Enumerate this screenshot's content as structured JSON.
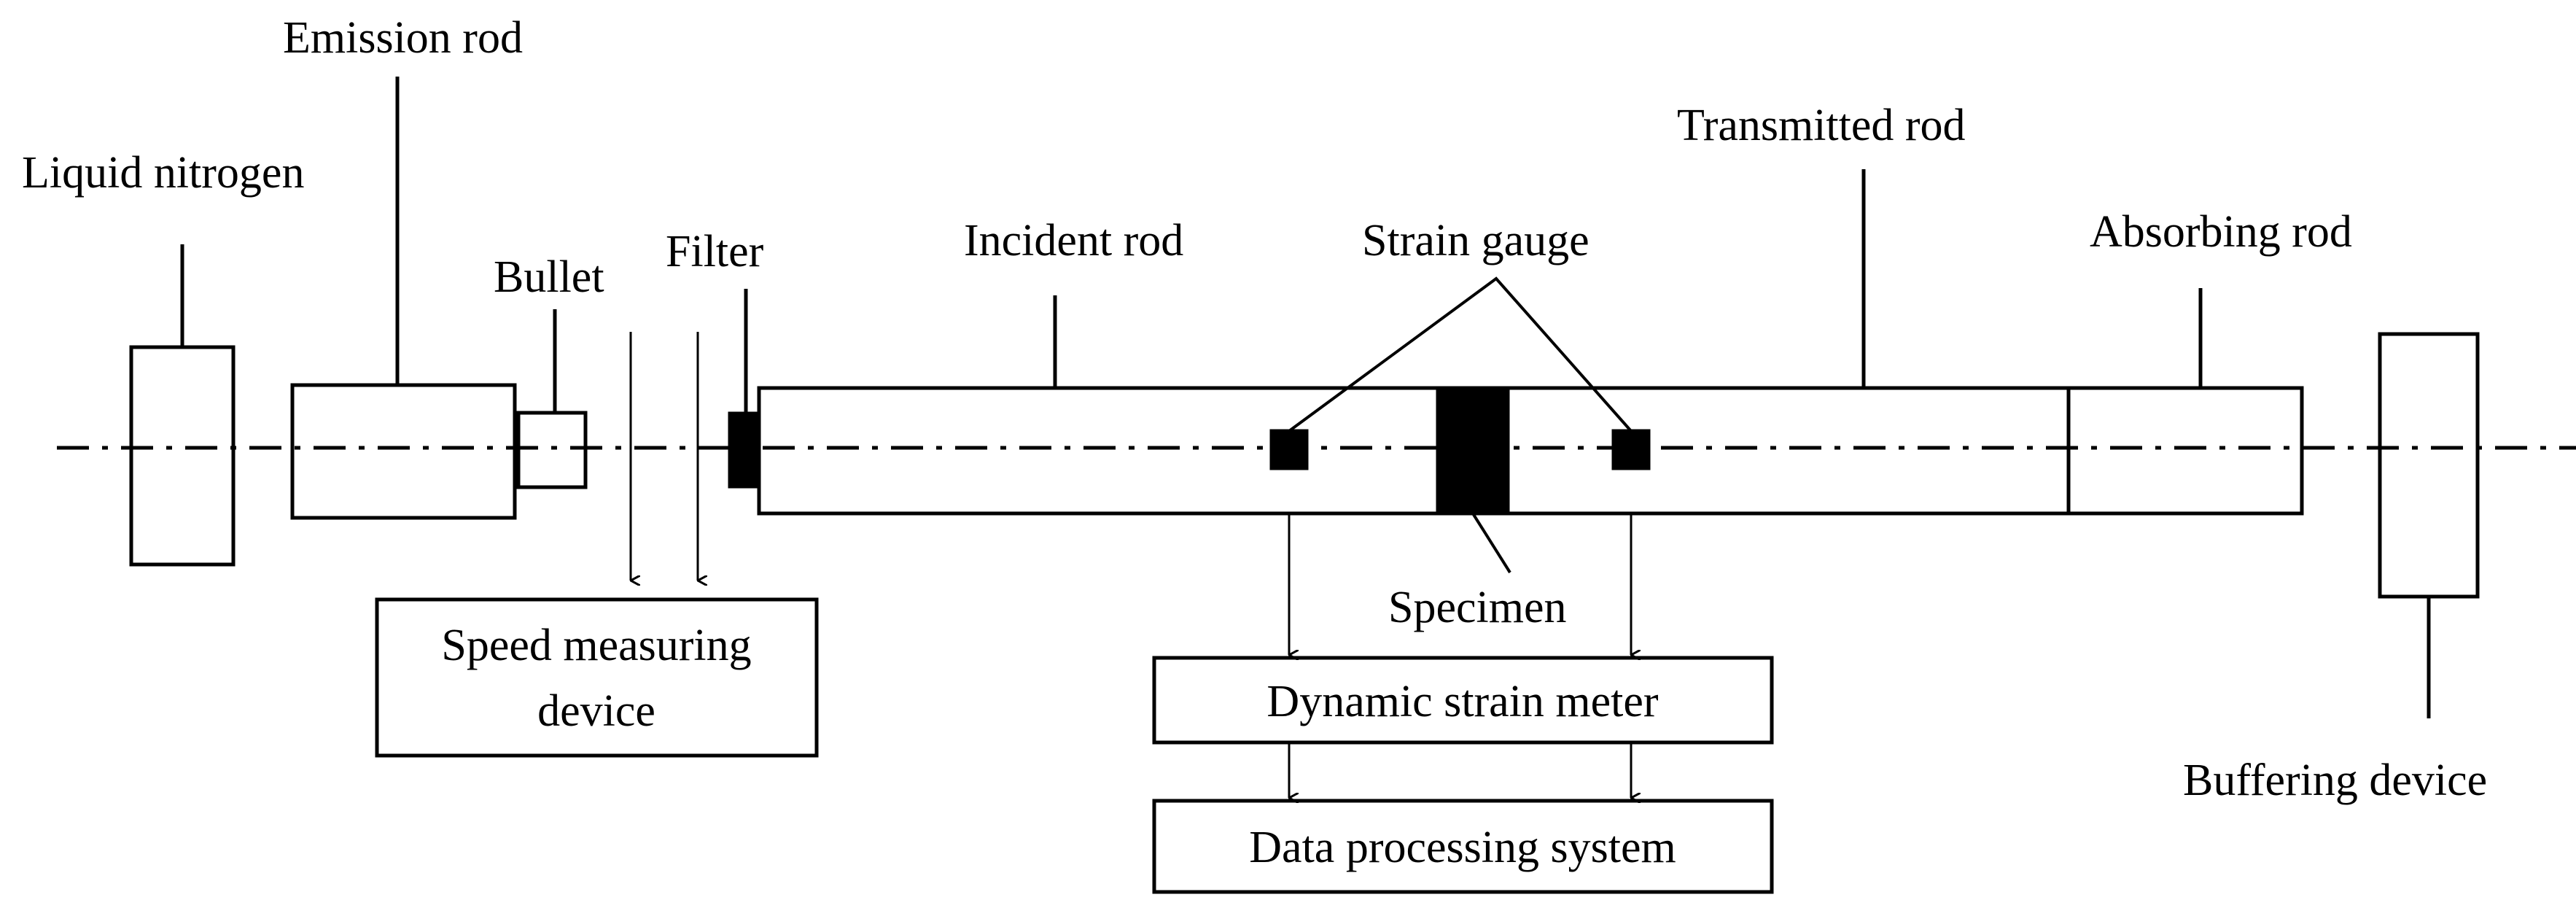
{
  "labels": {
    "liquid_nitrogen": "Liquid nitrogen",
    "emission_rod": "Emission rod",
    "bullet": "Bullet",
    "filter": "Filter",
    "incident_rod": "Incident rod",
    "strain_gauge": "Strain gauge",
    "transmitted_rod": "Transmitted rod",
    "absorbing_rod": "Absorbing rod",
    "specimen": "Specimen",
    "buffering_device": "Buffering device"
  },
  "boxes": {
    "speed_line1": "Speed measuring",
    "speed_line2": "device",
    "dynamic_strain_meter": "Dynamic strain meter",
    "data_processing_system": "Data processing system"
  },
  "colors": {
    "stroke": "#000000",
    "fill": "#ffffff"
  }
}
